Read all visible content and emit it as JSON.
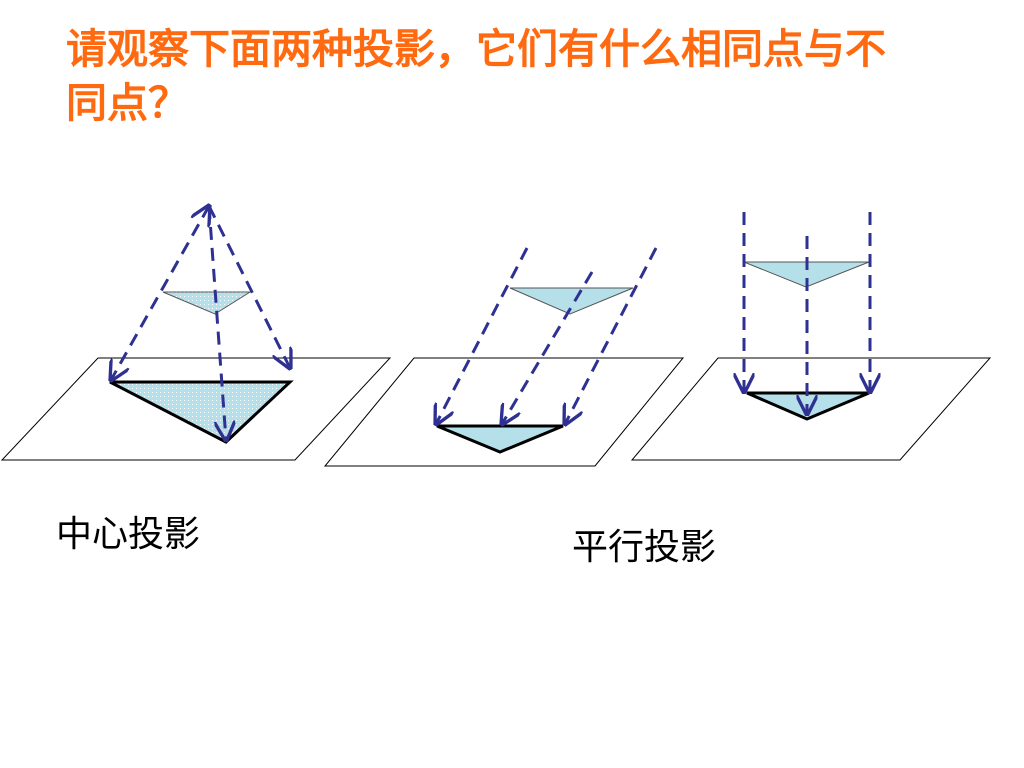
{
  "question": {
    "text": "请观察下面两种投影，它们有什么相同点与不同点？"
  },
  "captions": {
    "central": "中心投影",
    "parallel": "平行投影"
  },
  "colors": {
    "title": "#ff6a10",
    "ray": "#2e3192",
    "triangle_fill": "#b5e0ea",
    "outline": "#000000"
  }
}
